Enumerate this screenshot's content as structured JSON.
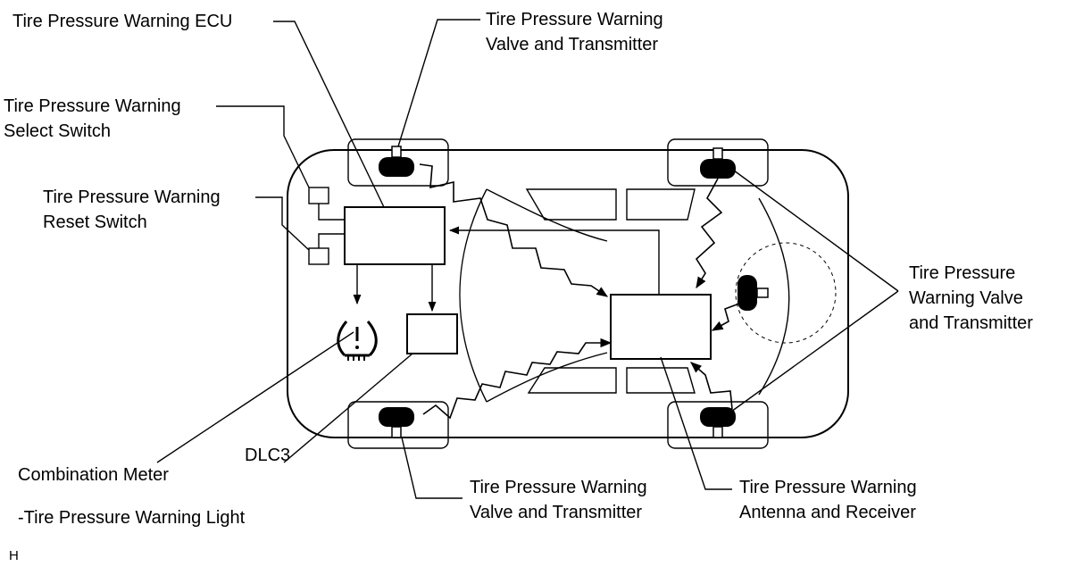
{
  "labels": {
    "ecu": "Tire Pressure Warning ECU",
    "select_switch": [
      "Tire Pressure Warning",
      "Select Switch"
    ],
    "reset_switch": [
      "Tire Pressure Warning",
      "Reset Switch"
    ],
    "valve_top": [
      "Tire Pressure Warning",
      "Valve and Transmitter"
    ],
    "valve_right": [
      "Tire Pressure",
      "Warning Valve",
      "and Transmitter"
    ],
    "valve_bottom": [
      "Tire Pressure Warning",
      "Valve and Transmitter"
    ],
    "antenna": [
      "Tire Pressure Warning",
      "Antenna and Receiver"
    ],
    "dlc3": "DLC3",
    "combination_meter": "Combination Meter",
    "warning_light": "-Tire Pressure Warning Light",
    "corner_mark": "H"
  }
}
